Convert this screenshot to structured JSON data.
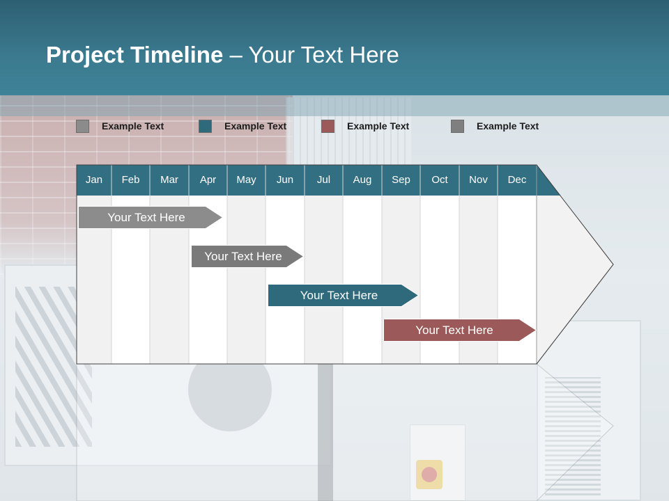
{
  "slide": {
    "title_bold": "Project Timeline",
    "title_rest": " – Your Text Here"
  },
  "legend": [
    {
      "label": "Example Text",
      "color": "#8b8b8b"
    },
    {
      "label": "Example Text",
      "color": "#2f6a7c"
    },
    {
      "label": "Example Text",
      "color": "#9b5a59"
    },
    {
      "label": "Example Text",
      "color": "#7f7f7f"
    }
  ],
  "timeline": {
    "months": [
      "Jan",
      "Feb",
      "Mar",
      "Apr",
      "May",
      "Jun",
      "Jul",
      "Aug",
      "Sep",
      "Oct",
      "Nov",
      "Dec"
    ],
    "header_color": "#336f82",
    "bars": [
      {
        "label": "Your  Text Here",
        "color": "#8c8c8c"
      },
      {
        "label": "Your  Text Here",
        "color": "#7a7a7a"
      },
      {
        "label": "Your  Text Here",
        "color": "#2f6a7c"
      },
      {
        "label": "Your  Text Here",
        "color": "#9b5a59"
      }
    ]
  }
}
